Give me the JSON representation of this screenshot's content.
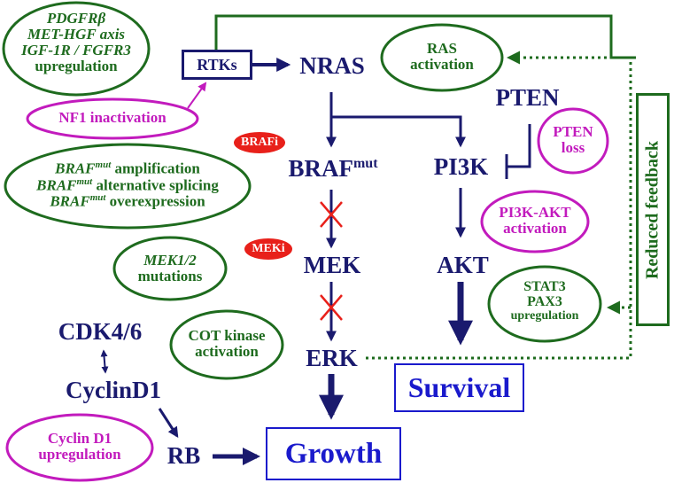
{
  "nodes": {
    "rtks": "RTKs",
    "nras": "NRAS",
    "pten": "PTEN",
    "braf_base": "BRAF",
    "braf_sup": "mut",
    "pi3k": "PI3K",
    "mek": "MEK",
    "akt": "AKT",
    "erk": "ERK",
    "cdk46": "CDK4/6",
    "cyclind1": "CyclinD1",
    "rb": "RB",
    "growth": "Growth",
    "survival": "Survival"
  },
  "drugs": {
    "brafi": "BRAFi",
    "meki": "MEKi"
  },
  "ellipses": {
    "rtk_up": {
      "line1": "PDGFRβ",
      "line2": "MET-HGF axis",
      "line3": "IGF-1R / FGFR3",
      "line4": "upregulation"
    },
    "nf1": "NF1 inactivation",
    "braf_alt": {
      "italic": "BRAF",
      "sup": "mut",
      "line1": " amplification",
      "line2": " alternative splicing",
      "line3": " overexpression"
    },
    "mek12": {
      "line1": "MEK1/2",
      "line2": "mutations"
    },
    "cot": {
      "line1": "COT kinase",
      "line2": "activation"
    },
    "cyclin_up": {
      "line1": "Cyclin D1",
      "line2": "upregulation"
    },
    "ras_act": {
      "line1": "RAS",
      "line2": "activation"
    },
    "pten_loss": {
      "line1": "PTEN",
      "line2": "loss"
    },
    "pi3k_akt": {
      "line1": "PI3K-AKT",
      "line2": "activation"
    },
    "stat3": {
      "line1": "STAT3",
      "line2": "PAX3",
      "line3": "upregulation"
    }
  },
  "feedback_label": "Reduced feedback",
  "colors": {
    "navy": "#1a1a6e",
    "green": "#1e6b1e",
    "magenta": "#c21bbd",
    "blue": "#1a1acc",
    "red": "#e8201a"
  }
}
